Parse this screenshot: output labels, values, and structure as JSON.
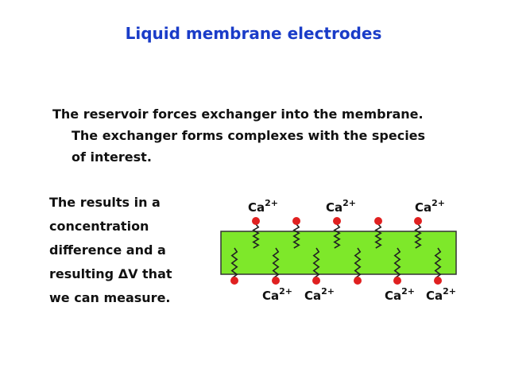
{
  "slide": {
    "title": "Liquid membrane electrodes",
    "bullet_line1": "The reservoir forces exchanger into the membrane.",
    "bullet_line2": "The exchanger forms complexes with the species",
    "bullet_line3": "of interest.",
    "left_lines": [
      "The results in a",
      "concentration",
      "difference and a",
      "resulting ΔV that",
      "we can measure."
    ]
  },
  "diagram": {
    "membrane_color": "#7ee82a",
    "ion_color": "#e02020",
    "ion_base": "Ca",
    "ion_charge": "2+",
    "top_ions": 3,
    "bottom_ions": 4
  }
}
